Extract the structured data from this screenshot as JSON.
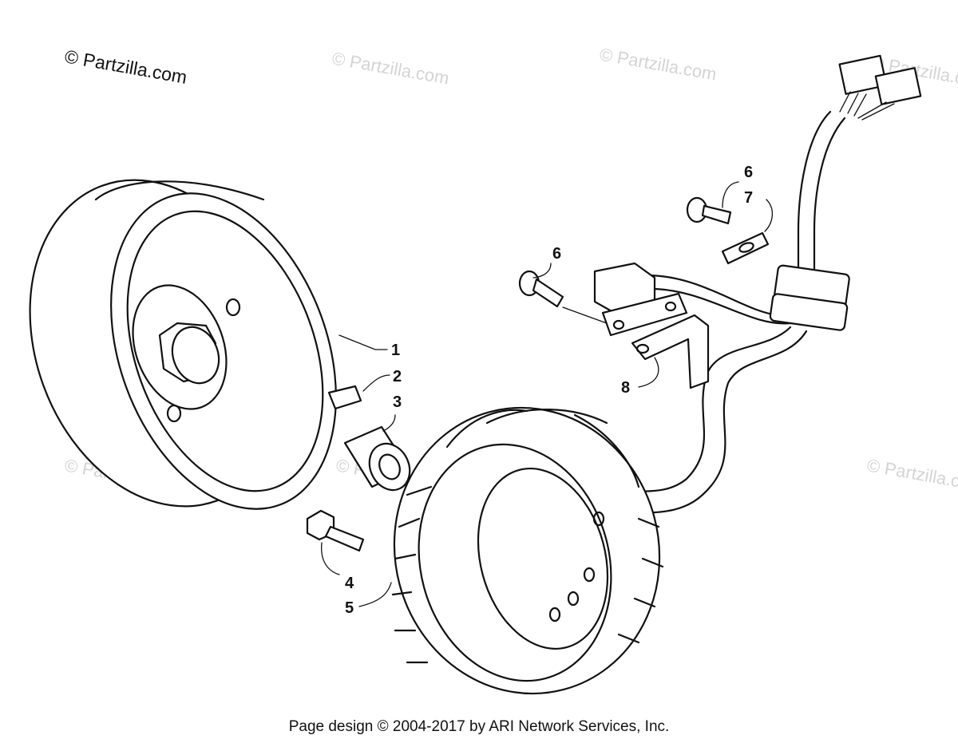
{
  "brand": {
    "label": "© Partzilla.com"
  },
  "watermarks": [
    "© Partzilla.com",
    "© Partzilla.com",
    "© Partzilla.com",
    "© Partzilla.com",
    "© Partzilla.com",
    "© Partzilla.com"
  ],
  "callouts": {
    "c1": "1",
    "c2": "2",
    "c3": "3",
    "c4": "4",
    "c5": "5",
    "c6a": "6",
    "c6b": "6",
    "c7": "7",
    "c8": "8"
  },
  "footer": {
    "text": "Page design © 2004-2017 by ARI Network Services, Inc."
  },
  "icons": [
    "flywheel-rotor",
    "woodruff-key",
    "bushing-spacer",
    "flange-bolt",
    "stator-coil",
    "pickup-sensor",
    "sensor-bracket",
    "clip-plate",
    "wire-harness",
    "harness-connectors"
  ]
}
